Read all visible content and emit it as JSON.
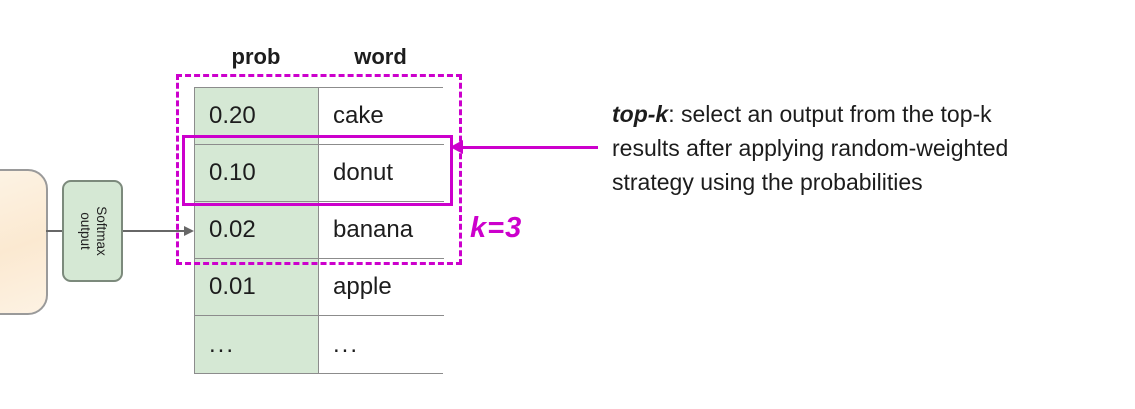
{
  "colors": {
    "accent_magenta": "#cc00cc",
    "cell_green": "#d5e8d4",
    "model_block_peach": "#fbe9d1",
    "table_border_gray": "#8c8c8c"
  },
  "flow": {
    "softmax_line1": "Softmax",
    "softmax_line2": "output"
  },
  "table": {
    "headers": [
      "prob",
      "word"
    ],
    "rows": [
      [
        "0.20",
        "cake"
      ],
      [
        "0.10",
        "donut"
      ],
      [
        "0.02",
        "banana"
      ],
      [
        "0.01",
        "apple"
      ],
      [
        "...",
        "..."
      ]
    ]
  },
  "annotation": {
    "k_label": "k=3"
  },
  "description": {
    "term": "top-k",
    "line1_rest": ": select an output from the top-k",
    "line2": "results after applying random-weighted",
    "line3": "strategy using the probabilities"
  }
}
